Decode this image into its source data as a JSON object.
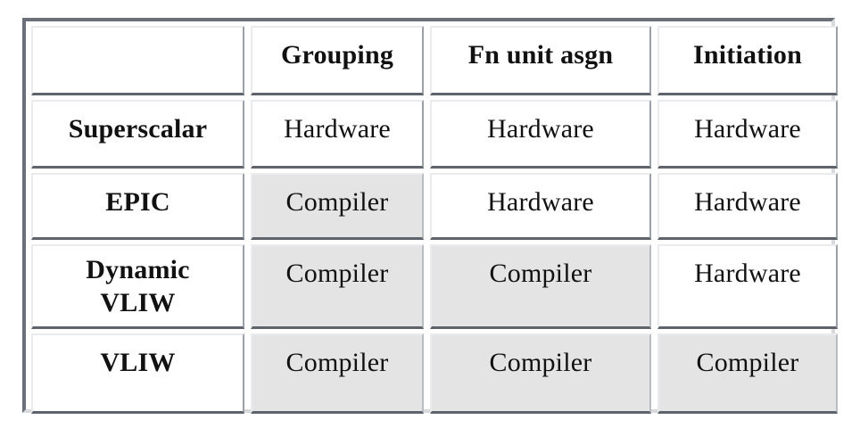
{
  "table": {
    "corner_label": "",
    "column_headers": [
      "Grouping",
      "Fn unit asgn",
      "Initiation"
    ],
    "row_headers": [
      "Superscalar",
      "EPIC",
      "Dynamic VLIW",
      "VLIW"
    ],
    "rows": [
      {
        "label": "Superscalar",
        "cells": [
          {
            "value": "Hardware",
            "shaded": false
          },
          {
            "value": "Hardware",
            "shaded": false
          },
          {
            "value": "Hardware",
            "shaded": false
          }
        ]
      },
      {
        "label": "EPIC",
        "cells": [
          {
            "value": "Compiler",
            "shaded": true
          },
          {
            "value": "Hardware",
            "shaded": false
          },
          {
            "value": "Hardware",
            "shaded": false
          }
        ]
      },
      {
        "label": "Dynamic VLIW",
        "label_line1": "Dynamic",
        "label_line2": "VLIW",
        "cells": [
          {
            "value": "Compiler",
            "shaded": true
          },
          {
            "value": "Compiler",
            "shaded": true
          },
          {
            "value": "Hardware",
            "shaded": false
          }
        ]
      },
      {
        "label": "VLIW",
        "cells": [
          {
            "value": "Compiler",
            "shaded": true
          },
          {
            "value": "Compiler",
            "shaded": true
          },
          {
            "value": "Compiler",
            "shaded": true
          }
        ]
      }
    ]
  },
  "colors": {
    "page_background": "#ffffff",
    "cell_background": "#ffffff",
    "cell_background_shaded": "#e4e4e4",
    "frame_dark": "#6b7079",
    "frame_light": "#d7d9dc",
    "cell_border_dark": "#5e636c",
    "cell_border_light": "#e9ebee",
    "text": "#111111"
  }
}
